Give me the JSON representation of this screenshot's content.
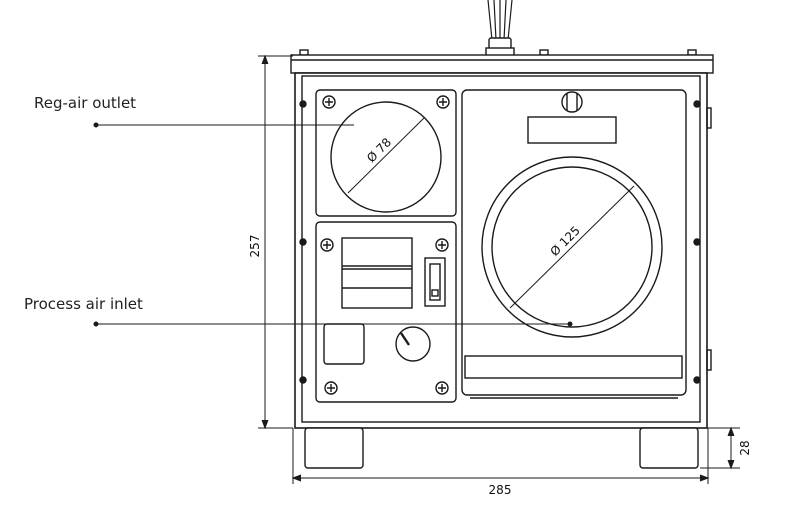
{
  "callouts": {
    "reg_air_outlet": "Reg-air outlet",
    "process_air_inlet": "Process air inlet"
  },
  "dimensions": {
    "height": "257",
    "width": "285",
    "foot_height": "28",
    "small_diameter": "Ø 78",
    "large_diameter": "Ø 125"
  },
  "colors": {
    "line": "#1a1a1a",
    "fill": "#ffffff"
  }
}
